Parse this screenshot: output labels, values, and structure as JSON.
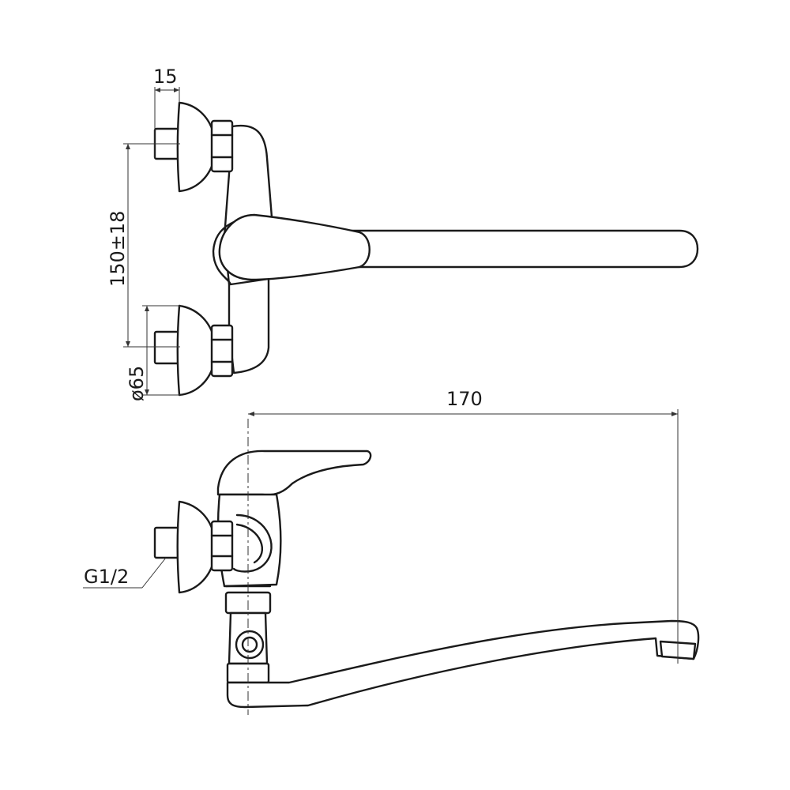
{
  "dimensions": {
    "connector_depth": "15",
    "inlet_spacing": "150±18",
    "flange_diameter": "ø65",
    "spout_reach": "170",
    "thread_size": "G1/2"
  },
  "colors": {
    "line": "#1a1a1a",
    "dimension_line": "#333333",
    "background": "#ffffff"
  }
}
